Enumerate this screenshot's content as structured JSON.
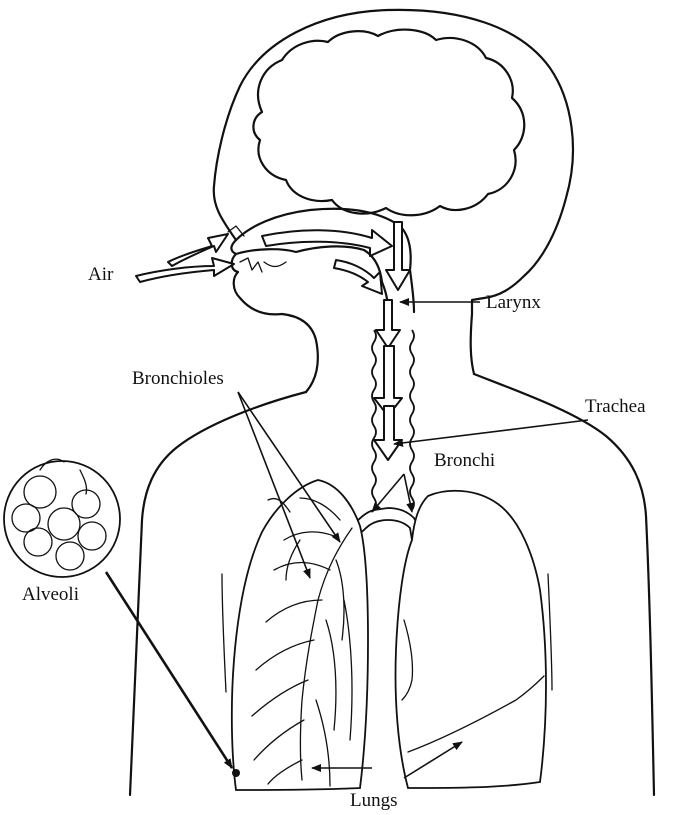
{
  "labels": {
    "air": "Air",
    "larynx": "Larynx",
    "bronchioles": "Bronchioles",
    "trachea": "Trachea",
    "bronchi": "Bronchi",
    "alveoli": "Alveoli",
    "lungs": "Lungs"
  },
  "colors": {
    "ink": "#111111",
    "background": "#ffffff"
  }
}
